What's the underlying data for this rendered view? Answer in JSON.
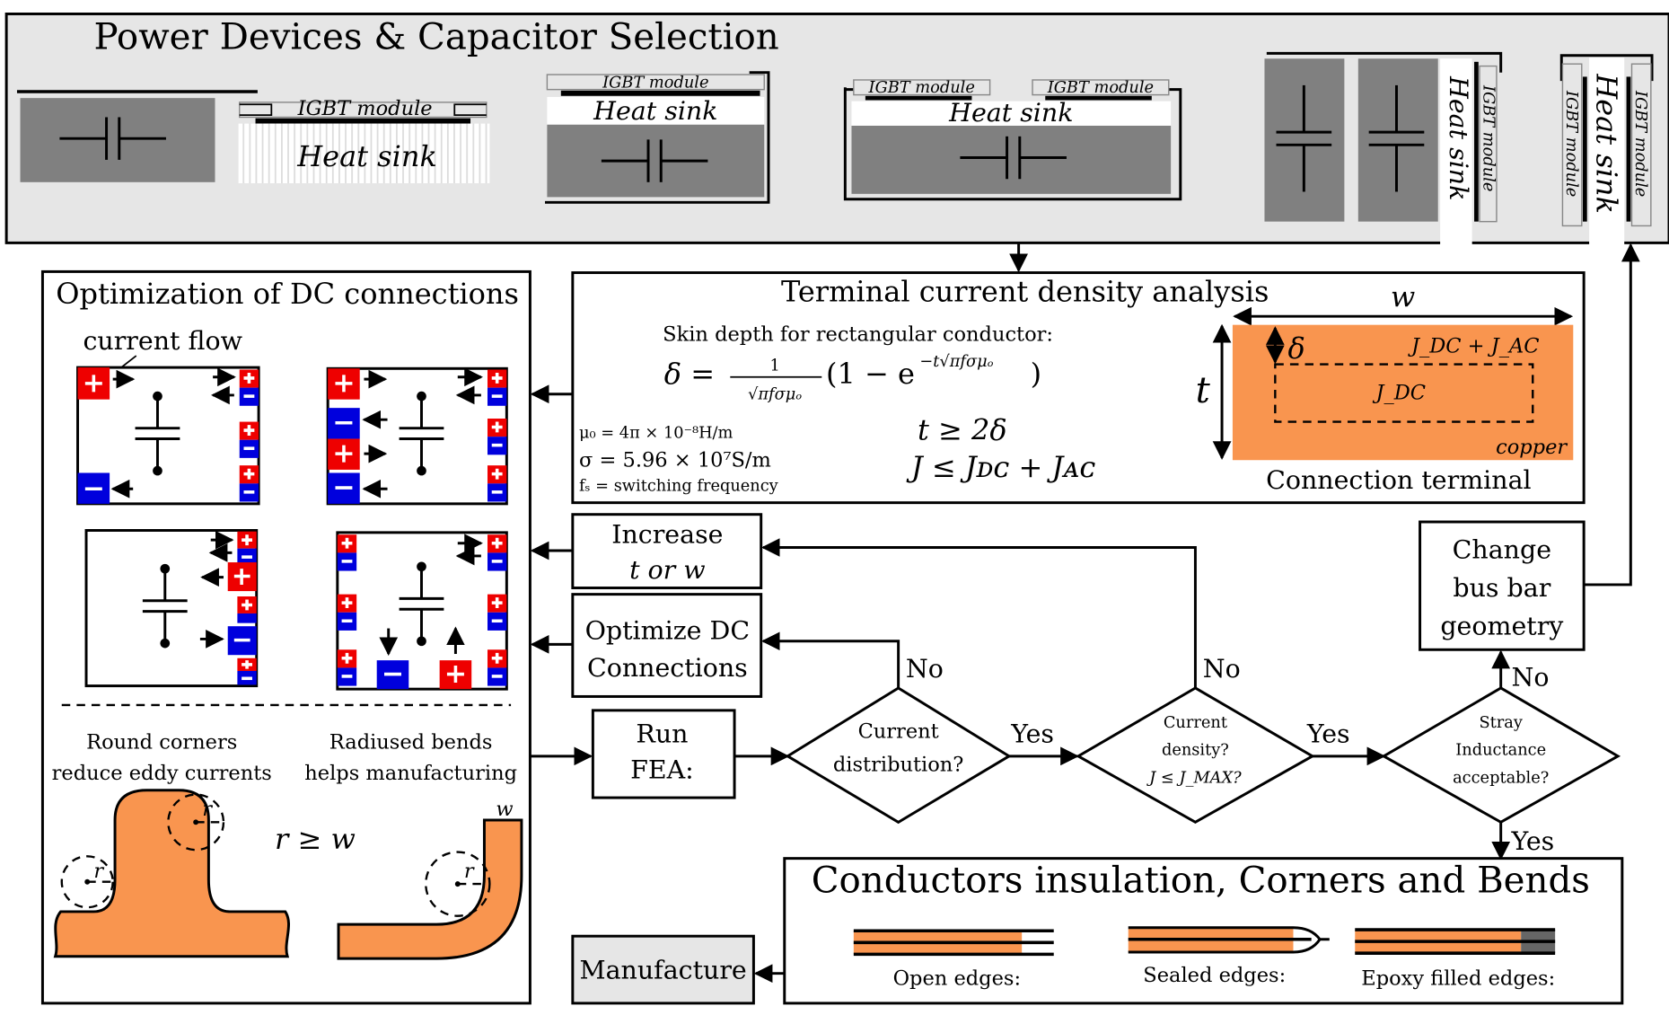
{
  "colors": {
    "panel_bg": "#e6e6e6",
    "device_gray": "#808080",
    "copper": "#f9954f",
    "positive_terminal": "#ee0000",
    "negative_terminal": "#0000dd",
    "epoxy": "#666666",
    "manufacture_bg": "#e6e6e6"
  },
  "top_panel": {
    "title": "Power Devices & Capacitor Selection",
    "igbt_label": "IGBT module",
    "heat_sink_label": "Heat sink",
    "layouts": [
      {
        "id": "capacitor-only"
      },
      {
        "id": "igbt-on-finned-heatsink"
      },
      {
        "id": "single-igbt-stack"
      },
      {
        "id": "dual-igbt-stack"
      },
      {
        "id": "vertical-side-stack"
      },
      {
        "id": "vertical-double-sided"
      }
    ]
  },
  "dc_panel": {
    "title": "Optimization of DC connections",
    "current_flow_label": "current flow",
    "plus": "+",
    "minus": "−",
    "round_corners_line1": "Round corners",
    "round_corners_line2": "reduce eddy currents",
    "radiused_bends_line1": "Radiused bends",
    "radiused_bends_line2": "helps manufacturing",
    "radius_label": "r",
    "width_label": "w",
    "radius_rule": "r ≥ w"
  },
  "terminal_panel": {
    "title": "Terminal current density analysis",
    "skin_depth_caption": "Skin depth for rectangular conductor:",
    "formula_lhs": "δ =",
    "formula_numerator": "1",
    "formula_denominator": "√πfσμₒ",
    "formula_tail": "(1 − e",
    "formula_exponent": "−t√πfσμₒ",
    "formula_close": ")",
    "mu0": "μ₀ = 4π × 10⁻⁸H/m",
    "sigma": "σ = 5.96 × 10⁷S/m",
    "fs": "fₛ = switching frequency",
    "rule1": "t ≥ 2δ",
    "rule2": "J ≤ Jᴅᴄ + Jᴀᴄ",
    "terminal_w": "w",
    "terminal_t": "t",
    "terminal_delta": "δ",
    "jdc_jac": "J_DC + J_AC",
    "jdc": "J_DC",
    "copper_label": "copper",
    "caption": "Connection terminal"
  },
  "flow": {
    "increase_line1": "Increase",
    "increase_line2": "t or w",
    "optimize_line1": "Optimize DC",
    "optimize_line2": "Connections",
    "run_line1": "Run",
    "run_line2": "FEA:",
    "decision1_line1": "Current",
    "decision1_line2": "distribution?",
    "decision2_line1": "Current",
    "decision2_line2": "density?",
    "decision2_line3": "J ≤ J_MAX?",
    "decision3_line1": "Stray",
    "decision3_line2": "Inductance",
    "decision3_line3": "acceptable?",
    "change_line1": "Change",
    "change_line2": "bus bar",
    "change_line3": "geometry",
    "yes": "Yes",
    "no": "No",
    "manufacture": "Manufacture"
  },
  "insulation_panel": {
    "title": "Conductors insulation, Corners and Bends",
    "open_edges": "Open edges:",
    "sealed_edges": "Sealed edges:",
    "epoxy_edges": "Epoxy filled edges:"
  }
}
